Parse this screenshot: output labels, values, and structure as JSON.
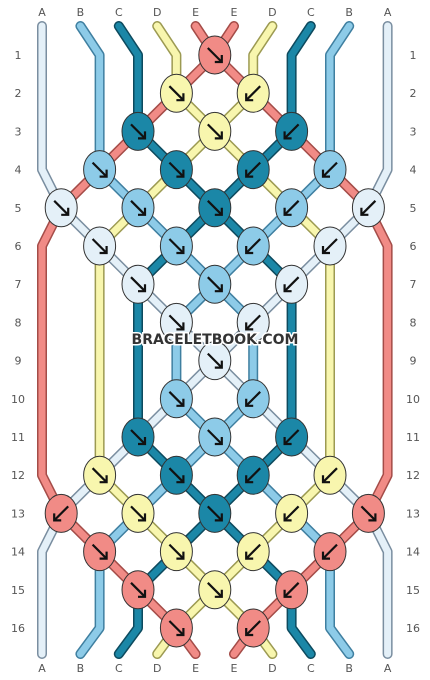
{
  "watermark": "BRACELETBOOK.COM",
  "strings": [
    "A",
    "B",
    "C",
    "D",
    "E",
    "E",
    "D",
    "C",
    "B",
    "A"
  ],
  "row_numbers": [
    "1",
    "2",
    "3",
    "4",
    "5",
    "6",
    "7",
    "8",
    "9",
    "10",
    "11",
    "12",
    "13",
    "14",
    "15",
    "16"
  ],
  "colors": {
    "A": {
      "fill": "#e4f0f8",
      "dark": "#7a8ea0"
    },
    "B": {
      "fill": "#8dcbe8",
      "dark": "#3f7fa0"
    },
    "C": {
      "fill": "#1b87a7",
      "dark": "#0d4a5e"
    },
    "D": {
      "fill": "#f8f6ae",
      "dark": "#9c9a52"
    },
    "E": {
      "fill": "#f18b86",
      "dark": "#a44c48"
    }
  },
  "knots": [
    [
      "E:se"
    ],
    [
      "D:se",
      "D:sw"
    ],
    [
      "C:se",
      "D:se",
      "C:sw"
    ],
    [
      "B:se",
      "C:se",
      "C:sw",
      "B:sw"
    ],
    [
      "A:se",
      "B:se",
      "C:se",
      "B:sw",
      "A:sw"
    ],
    [
      "A:se",
      "B:se",
      "B:sw",
      "A:sw"
    ],
    [
      "A:se",
      "B:se",
      "A:sw"
    ],
    [
      "A:se",
      "A:sw"
    ],
    [
      "A:se"
    ],
    [
      "B:se",
      "B:sw"
    ],
    [
      "C:se",
      "B:se",
      "C:sw"
    ],
    [
      "D:se",
      "C:se",
      "C:sw",
      "D:sw"
    ],
    [
      "E:sw",
      "D:se",
      "C:se",
      "D:sw",
      "E:se"
    ],
    [
      "E:se",
      "D:se",
      "D:sw",
      "E:sw"
    ],
    [
      "E:se",
      "D:se",
      "E:sw"
    ],
    [
      "E:se",
      "E:sw"
    ]
  ]
}
